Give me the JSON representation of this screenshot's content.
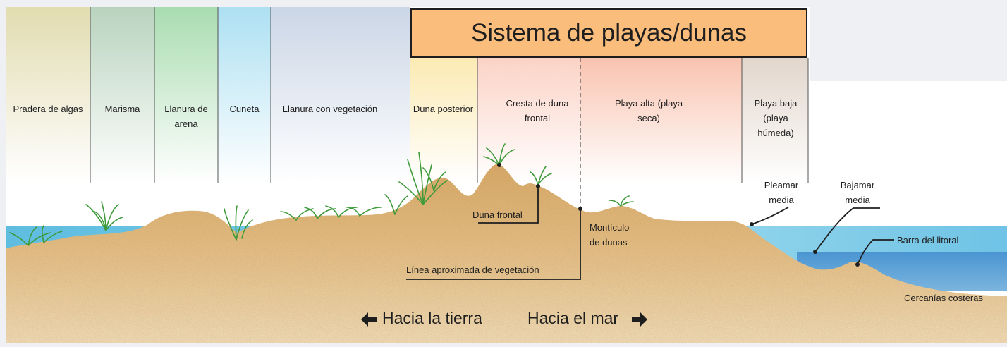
{
  "title": "Sistema de playas/dunas",
  "zones": [
    {
      "label": "Pradera de algas",
      "color": "#e7e3c2"
    },
    {
      "label": "Marisma",
      "color": "#cfe0d2"
    },
    {
      "label": "Llanura de arena",
      "color": "#c9e8cd"
    },
    {
      "label": "Cuneta",
      "color": "#cdeaf5"
    },
    {
      "label": "Llanura con vegetación",
      "color": "#dfe6ef"
    },
    {
      "label": "Duna posterior",
      "color": "#fdf3cf"
    },
    {
      "label": "Cresta de duna frontal",
      "color": "#fde4dc"
    },
    {
      "label": "Playa alta (playa seca)",
      "color": "#fbd9cc"
    },
    {
      "label": "Playa baja (playa húmeda)",
      "color": "#eee6e0"
    }
  ],
  "callouts": {
    "duna_frontal": "Duna frontal",
    "monticulo": "Montículo de dunas",
    "linea_vegetacion": "Línea aproximada de vegetación",
    "pleamar": "Pleamar media",
    "bajamar": "Bajamar media",
    "barra": "Barra del litoral",
    "cercanias": "Cercanías costeras"
  },
  "directions": {
    "land": "Hacia la tierra",
    "sea": "Hacia el mar"
  },
  "colors": {
    "sand": "#e3b778",
    "water": "#6cc0e0",
    "deep_water": "#3a84c6",
    "grass": "#3e9a3a",
    "title_bg": "#fbbd7c"
  }
}
